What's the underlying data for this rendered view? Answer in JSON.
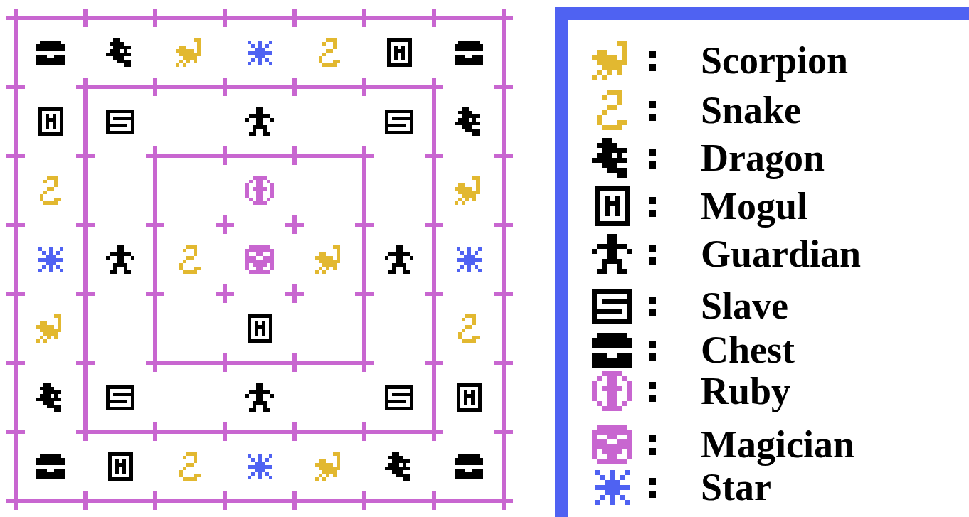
{
  "diagram": {
    "legend": [
      {
        "text": "Scorpion"
      },
      {
        "text": "Snake"
      },
      {
        "text": "Dragon"
      },
      {
        "text": "Mogul"
      },
      {
        "text": "Guardian"
      },
      {
        "text": "Slave"
      },
      {
        "text": "Chest"
      },
      {
        "text": "Ruby"
      },
      {
        "text": "Magician"
      },
      {
        "text": "Star"
      }
    ]
  }
}
